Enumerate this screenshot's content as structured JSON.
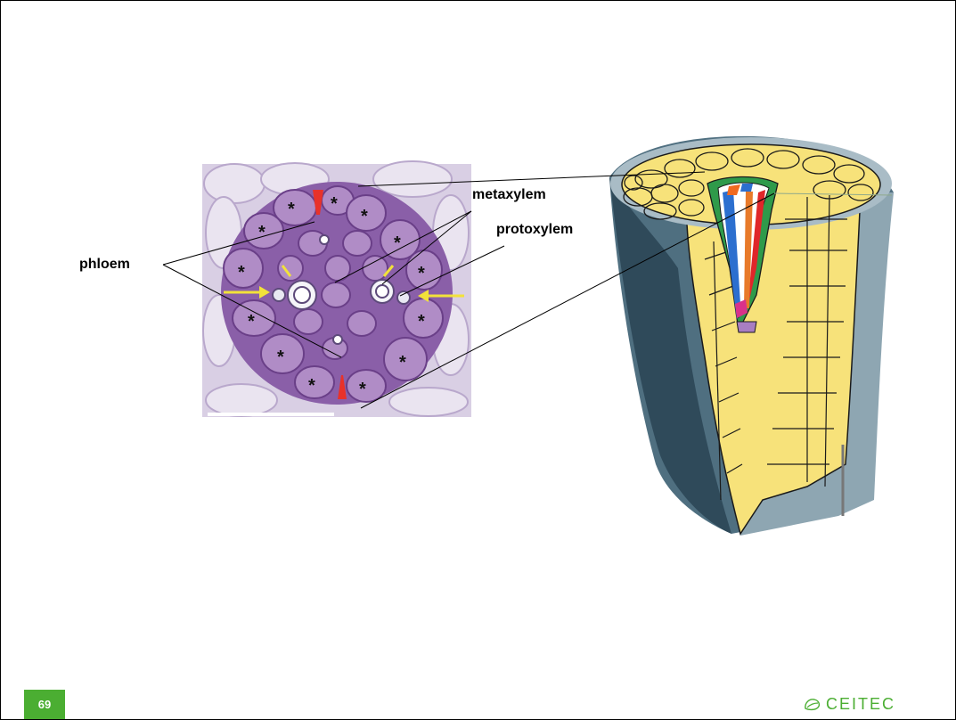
{
  "slide": {
    "page_number": "69",
    "logo_text": "CEITEC"
  },
  "labels": {
    "phloem": "phloem",
    "metaxylem": "metaxylem",
    "protoxylem": "protoxylem"
  },
  "micrograph": {
    "cell_marker": "*"
  },
  "colors": {
    "accent_green": "#4bae32",
    "micrograph_purple": "#8a5fa8",
    "root_yellow": "#f7e27a",
    "root_blue_gray": "#5f7c8c"
  }
}
